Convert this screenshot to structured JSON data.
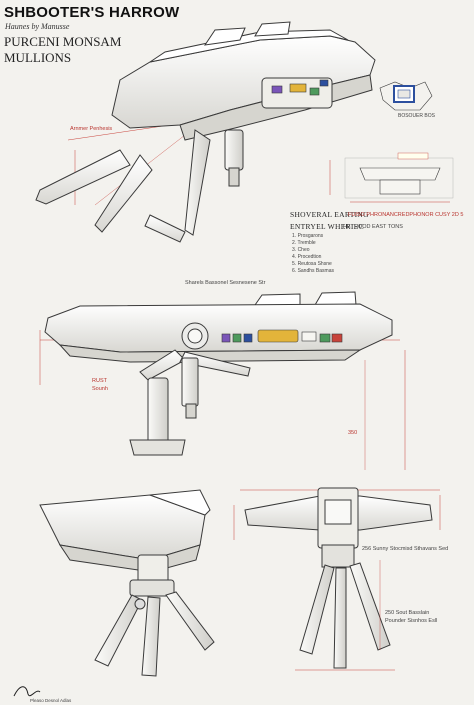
{
  "header": {
    "title": "SHBOOTER'S HARROW",
    "subtitle": "Haunes by Manusse",
    "section_a": "PURCENI MONSAM",
    "section_b": "MULLIONS"
  },
  "notes": {
    "specs_heading": "SHOVERAL EARTING",
    "specs_heading_red": "FUISO PHRONANCREDPHONOR CUSY 2D 5",
    "specs_sub": "ENTRYEL WHERIEC",
    "specs_sub_right": "HETHOOD EAST TONS",
    "list": [
      "Prosgarons",
      "Tremble",
      "Cheo",
      "Procedtion",
      "Reutosa Shsne",
      "Sandhs Basmas"
    ],
    "badge_caption": "BOSOUER BOS",
    "callout_left": "Arnmer Penhesis",
    "side_view_caption": "Sharels Bassonel Sesnesene Str",
    "side_callout_red": "RUST",
    "side_callout_red2": "Sounh",
    "side_dim_right": "350",
    "front_caption": "256 Sunny Stocmisd Sthavans Sed",
    "bottom_note_1": "250 Sout Basslain",
    "bottom_note_2": "Pounder Sisnhos Esll",
    "signature": "Pleaso Desnol Adlas"
  },
  "colors": {
    "ink": "#3a3a3a",
    "hull": "#f6f5f1",
    "shade": "#d9d8d3",
    "dim_red": "#c8433b",
    "accent_blue": "#2c4f9e",
    "accent_yellow": "#e3b43a",
    "accent_purple": "#7a55b8",
    "accent_green": "#4e9a5d"
  }
}
